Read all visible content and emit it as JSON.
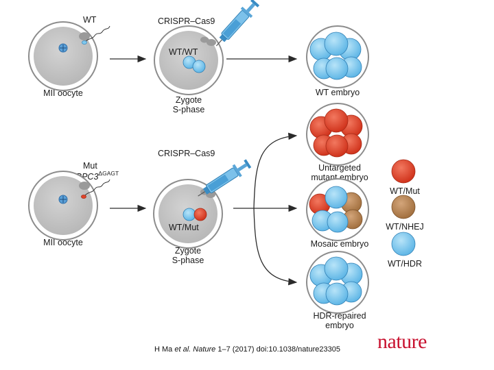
{
  "panel_top": {
    "wt_label": "WT",
    "oocyte_label": "MII oocyte",
    "crispr_label": "CRISPR–Cas9",
    "zygote_genotype": "WT/WT",
    "zygote_line1": "Zygote",
    "zygote_line2": "S-phase",
    "embryo_label": "WT embryo"
  },
  "panel_bottom": {
    "mut_label": "Mut",
    "gene_name": "MYBPC3",
    "gene_superscript": "ΔGAGT",
    "oocyte_label": "MII oocyte",
    "crispr_label": "CRISPR–Cas9",
    "zygote_genotype": "WT/Mut",
    "zygote_line1": "Zygote",
    "zygote_line2": "S-phase",
    "outcome1_line1": "Untargeted",
    "outcome1_line2": "mutant embryo",
    "outcome2": "Mosaic embryo",
    "outcome3_line1": "HDR-repaired",
    "outcome3_line2": "embryo"
  },
  "legend": {
    "items": [
      {
        "label": "WT/Mut",
        "color": "#e0442a"
      },
      {
        "label": "WT/NHEJ",
        "color": "#b58457"
      },
      {
        "label": "WT/HDR",
        "color": "#7ec8ee"
      }
    ]
  },
  "colors": {
    "wt_cell": "#7ec8ee",
    "mut_cell": "#e0442a",
    "nhej_cell": "#b58457",
    "oocyte": "#c9c9c9",
    "syringe": "#4a9fd6"
  },
  "caption": {
    "authors": "H Ma ",
    "etal": "et al.",
    "journal": "Nature",
    "rest": " 1–7 (2017) doi:10.1038/nature23305"
  },
  "logo_text": "nature"
}
